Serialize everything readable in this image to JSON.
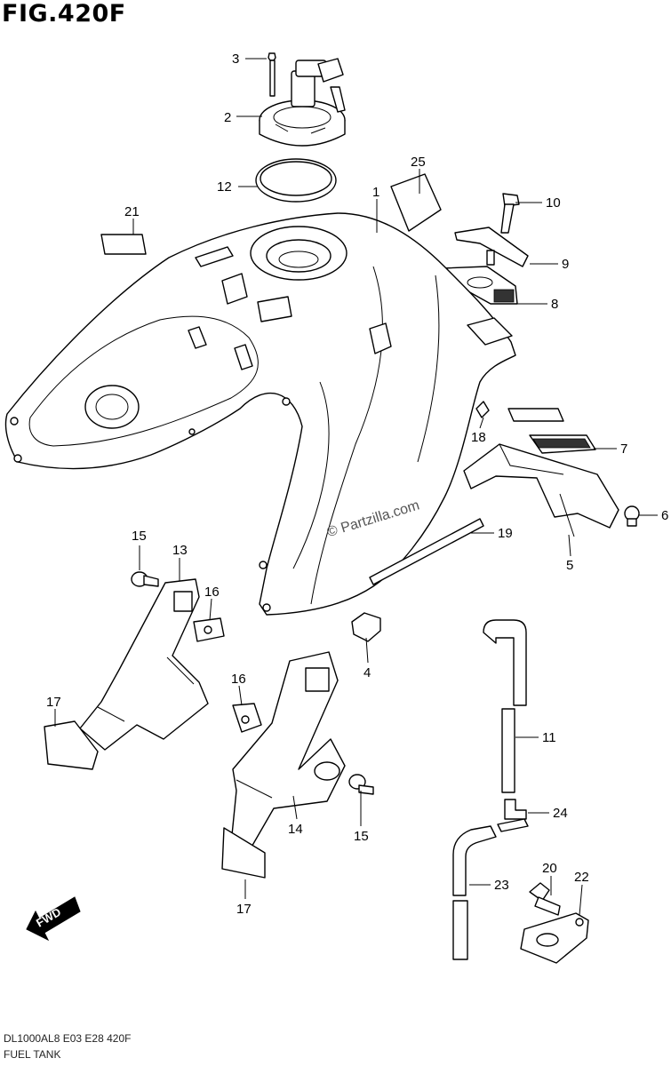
{
  "header": {
    "title": "FIG.420F"
  },
  "footer": {
    "code": "DL1000AL8  E03  E28  420F",
    "name": "FUEL TANK"
  },
  "watermark": "© Partzilla.com",
  "fwd_label": "FWD",
  "callouts": {
    "c1": "1",
    "c2": "2",
    "c3": "3",
    "c4": "4",
    "c5": "5",
    "c6": "6",
    "c7": "7",
    "c8": "8",
    "c9": "9",
    "c10": "10",
    "c11": "11",
    "c12": "12",
    "c13": "13",
    "c14": "14",
    "c15a": "15",
    "c15b": "15",
    "c16a": "16",
    "c16b": "16",
    "c17a": "17",
    "c17b": "17",
    "c18": "18",
    "c19": "19",
    "c20": "20",
    "c21": "21",
    "c22": "22",
    "c23": "23",
    "c24": "24",
    "c25": "25"
  }
}
